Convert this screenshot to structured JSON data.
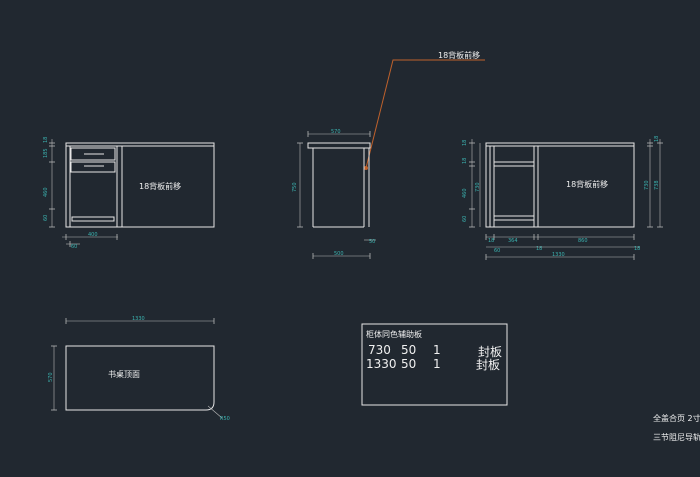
{
  "colors": {
    "background": "#212830",
    "line": "#e6e6e6",
    "dim_text": "#3bb3b0",
    "leader": "#c0622c"
  },
  "leader_label": "18背板前移",
  "front": {
    "panel_label": "18背板前移",
    "dim_left": [
      "18",
      "185",
      "460",
      "60"
    ],
    "dim_bottom": [
      "400"
    ],
    "dim_bottom2": [
      "60"
    ]
  },
  "side": {
    "dim_top": "570",
    "dim_height": "750",
    "dim_bottom": "500",
    "dim_small": "50"
  },
  "back": {
    "panel_label": "18背板前移",
    "dim_left": [
      "18",
      "18",
      "460",
      "60"
    ],
    "dim_right": [
      "18",
      "730"
    ],
    "dim_right2": "738",
    "dim_bottom": [
      "18",
      "364",
      "860",
      "18"
    ],
    "dim_bottom2": [
      "60",
      "18"
    ],
    "dim_total": "1330"
  },
  "top": {
    "label": "书桌顶面",
    "dim_width": "1330",
    "dim_height": "570",
    "dim_corner": "R50"
  },
  "table": {
    "title": "柜体同色辅助板",
    "rows": [
      [
        "730",
        "50",
        "1",
        "封板"
      ],
      [
        "1330",
        "50",
        "1",
        "封板"
      ]
    ]
  },
  "notes": [
    "全盖合页 2寸",
    "三节阻尼导轨"
  ]
}
